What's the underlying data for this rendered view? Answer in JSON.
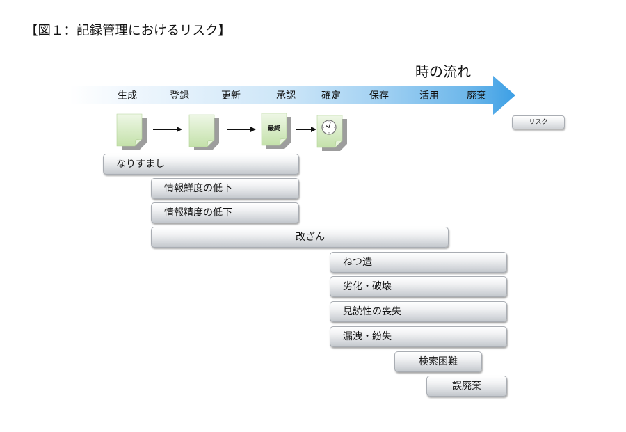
{
  "title": "【図１：記録管理におけるリスク】",
  "timeline": {
    "label": "時の流れ",
    "stages": [
      "生成",
      "登録",
      "更新",
      "承認",
      "確定",
      "保存",
      "活用",
      "廃棄"
    ],
    "arrow_icon": "timeline-arrow-icon"
  },
  "documents": [
    {
      "icon": "document-icon"
    },
    {
      "icon": "document-icon"
    },
    {
      "icon": "document-icon",
      "label": "最終"
    },
    {
      "icon": "document-clock-icon"
    }
  ],
  "legend": {
    "label": "リスク"
  },
  "risks": [
    "なりすまし",
    "情報鮮度の低下",
    "情報精度の低下",
    "改ざん",
    "ねつ造",
    "劣化・破壊",
    "見読性の喪失",
    "漏洩・紛失",
    "検索困難",
    "誤廃棄"
  ],
  "colors": {
    "timeline_arrow": "#3c9fe5",
    "document": "#cfe7b9",
    "document_shadow": "#8c8c8c",
    "risk_bar": "#d6d9dd"
  }
}
